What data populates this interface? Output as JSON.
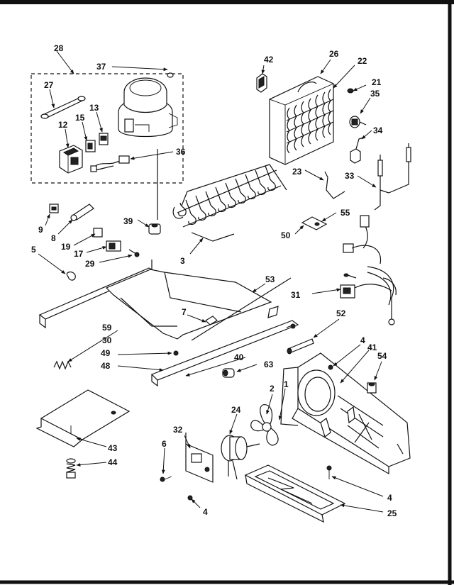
{
  "callouts": [
    {
      "id": "28",
      "text": "28"
    },
    {
      "id": "37",
      "text": "37"
    },
    {
      "id": "27",
      "text": "27"
    },
    {
      "id": "15",
      "text": "15"
    },
    {
      "id": "13",
      "text": "13"
    },
    {
      "id": "12",
      "text": "12"
    },
    {
      "id": "36",
      "text": "36"
    },
    {
      "id": "42",
      "text": "42"
    },
    {
      "id": "26",
      "text": "26"
    },
    {
      "id": "22",
      "text": "22"
    },
    {
      "id": "21",
      "text": "21"
    },
    {
      "id": "35",
      "text": "35"
    },
    {
      "id": "34",
      "text": "34"
    },
    {
      "id": "23",
      "text": "23"
    },
    {
      "id": "33",
      "text": "33"
    },
    {
      "id": "9",
      "text": "9"
    },
    {
      "id": "8",
      "text": "8"
    },
    {
      "id": "39",
      "text": "39"
    },
    {
      "id": "55",
      "text": "55"
    },
    {
      "id": "50",
      "text": "50"
    },
    {
      "id": "19",
      "text": "19"
    },
    {
      "id": "5",
      "text": "5"
    },
    {
      "id": "17",
      "text": "17"
    },
    {
      "id": "29",
      "text": "29"
    },
    {
      "id": "3",
      "text": "3"
    },
    {
      "id": "53",
      "text": "53"
    },
    {
      "id": "31",
      "text": "31"
    },
    {
      "id": "7",
      "text": "7"
    },
    {
      "id": "59",
      "text": "59"
    },
    {
      "id": "30",
      "text": "30"
    },
    {
      "id": "52",
      "text": "52"
    },
    {
      "id": "4a",
      "text": "4"
    },
    {
      "id": "41",
      "text": "41"
    },
    {
      "id": "54",
      "text": "54"
    },
    {
      "id": "49",
      "text": "49"
    },
    {
      "id": "40",
      "text": "40"
    },
    {
      "id": "48",
      "text": "48"
    },
    {
      "id": "63",
      "text": "63"
    },
    {
      "id": "2",
      "text": "2"
    },
    {
      "id": "1",
      "text": "1"
    },
    {
      "id": "24",
      "text": "24"
    },
    {
      "id": "32",
      "text": "32"
    },
    {
      "id": "43",
      "text": "43"
    },
    {
      "id": "6",
      "text": "6"
    },
    {
      "id": "44",
      "text": "44"
    },
    {
      "id": "4b",
      "text": "4"
    },
    {
      "id": "4c",
      "text": "4"
    },
    {
      "id": "25",
      "text": "25"
    }
  ]
}
